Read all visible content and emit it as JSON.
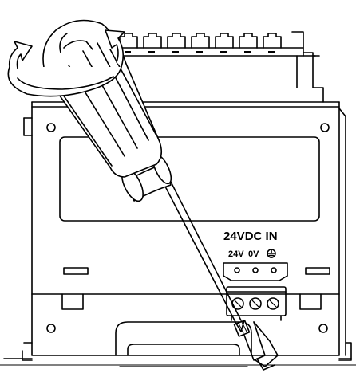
{
  "labels": {
    "power_input": "24VDC  IN",
    "terminal_24v": "24V",
    "terminal_0v": "0V"
  },
  "icons": [
    "rotation-arrow-icon",
    "ground-symbol-icon",
    "screwdriver-icon"
  ],
  "colors": {
    "line": "#000000",
    "background": "#ffffff",
    "shade": "#e8e8e8"
  }
}
